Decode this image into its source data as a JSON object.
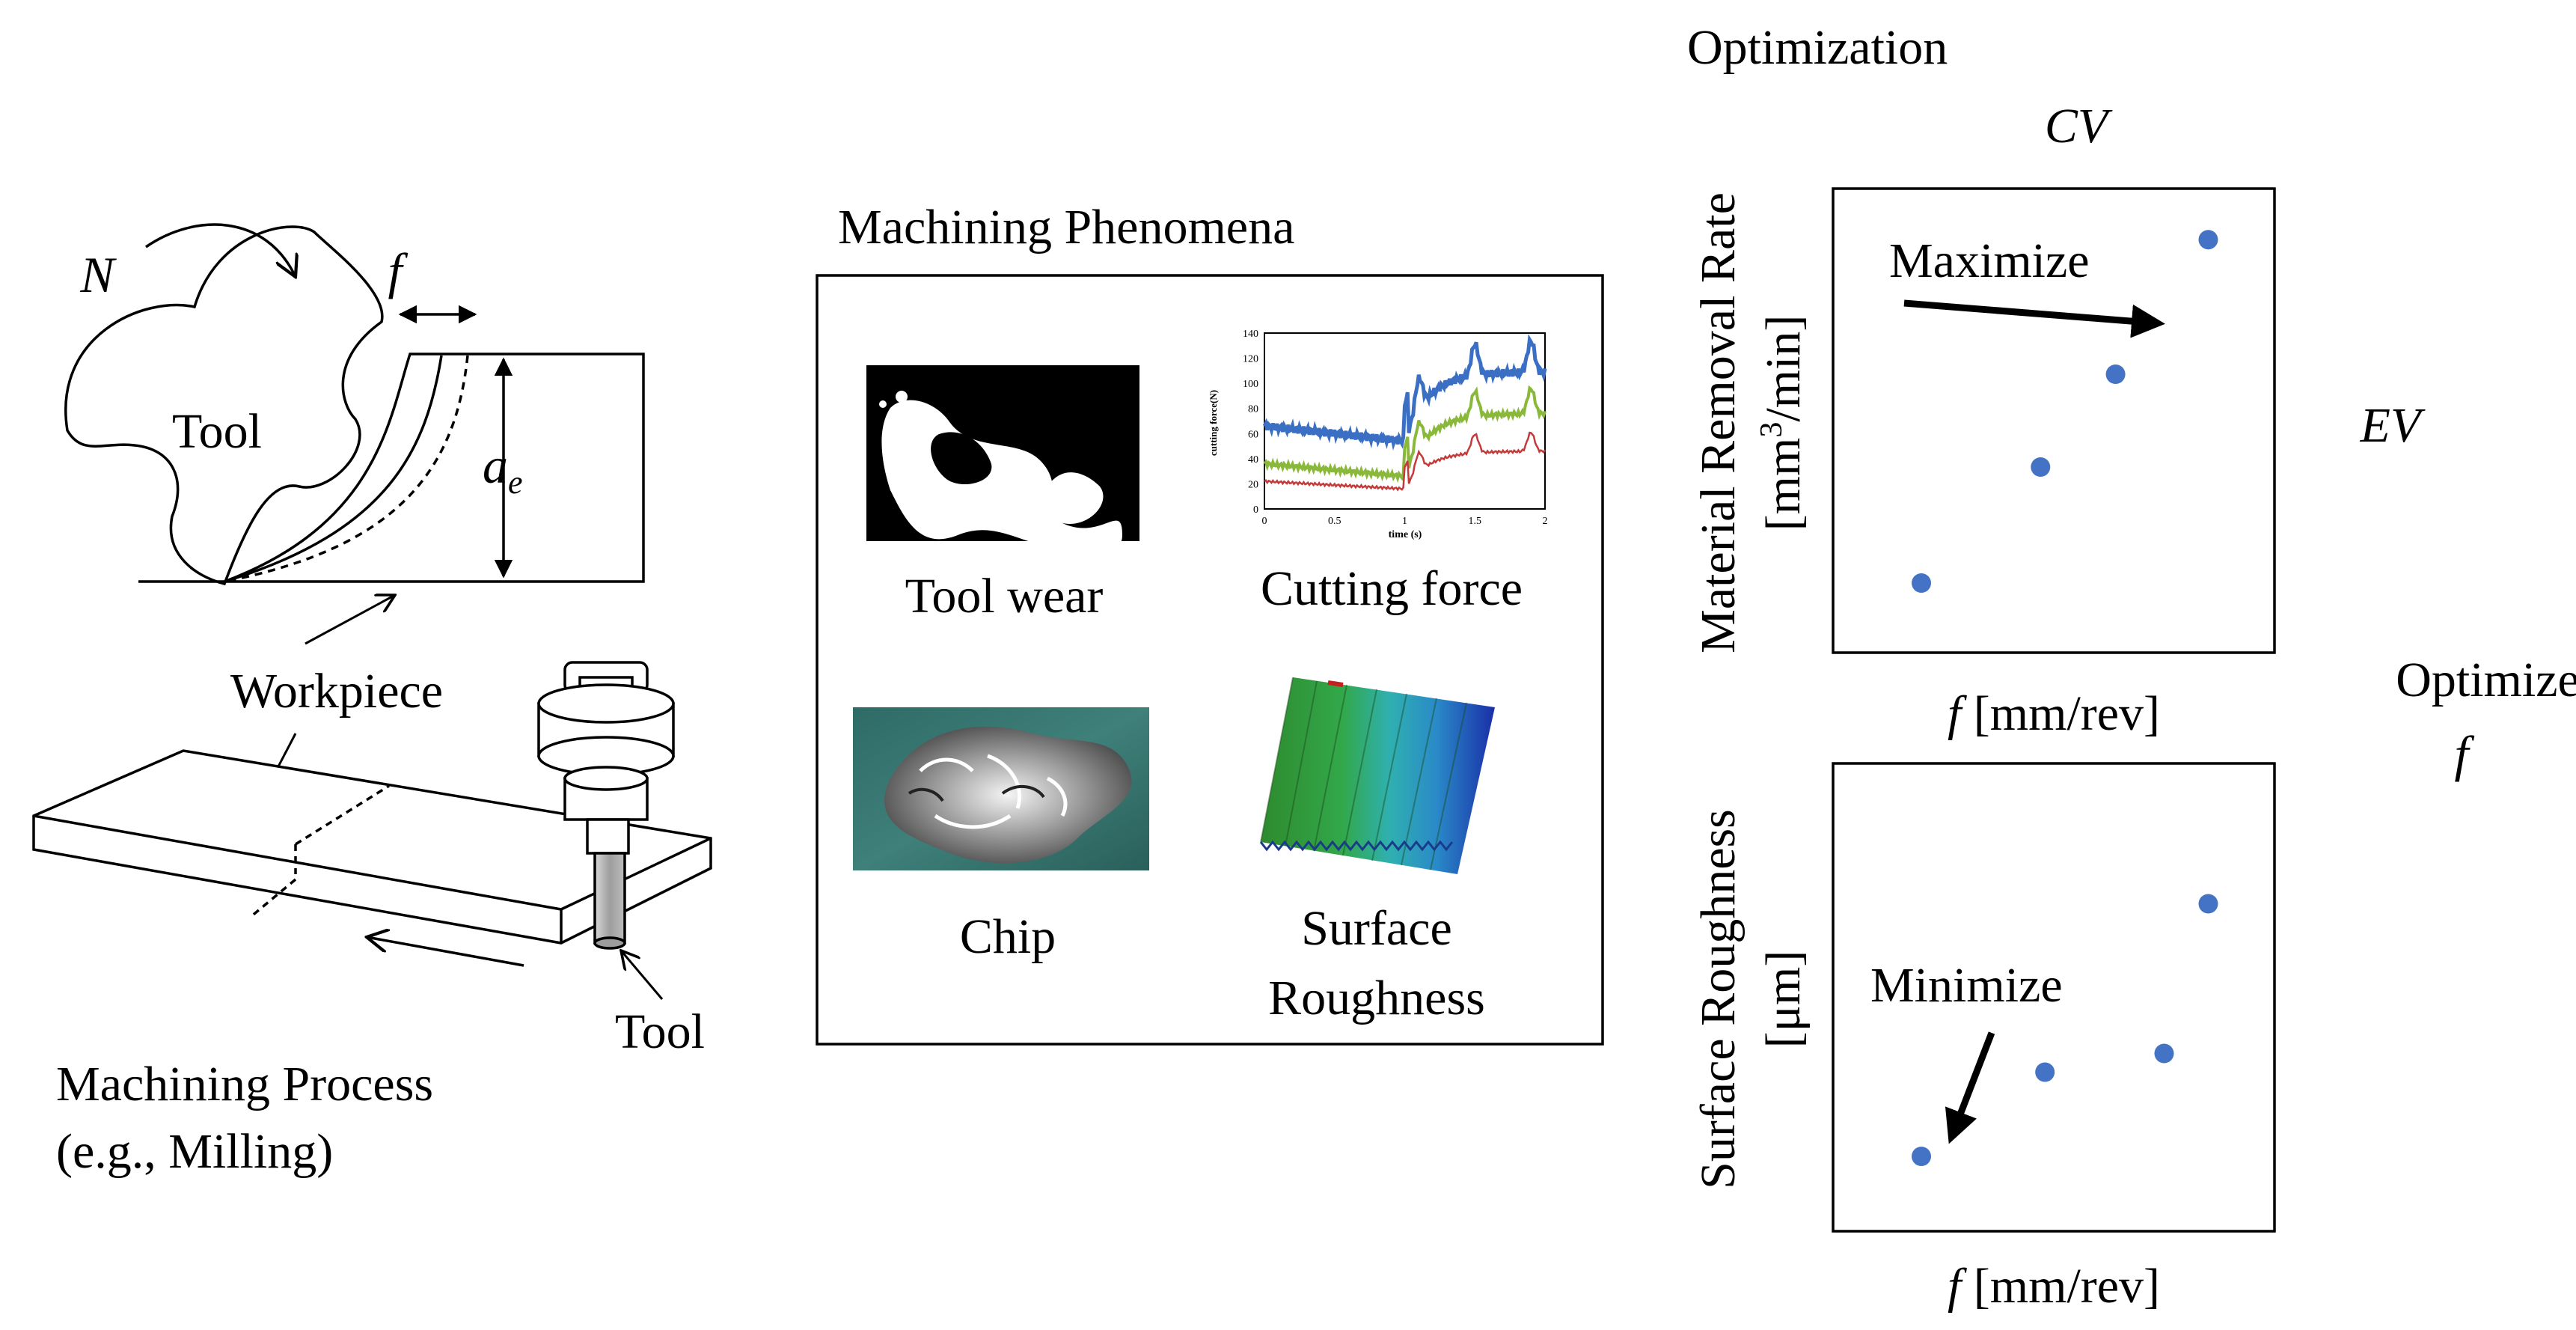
{
  "process": {
    "title_line1": "Machining Process",
    "title_line2": "(e.g., Milling)",
    "tool_label": "Tool",
    "workpiece_label": "Workpiece",
    "tool_bottom_label": "Tool",
    "spindle_symbol": "N",
    "feed_symbol": "f",
    "depth_symbol": "a",
    "depth_subscript": "e"
  },
  "phenomena": {
    "title": "Machining Phenomena",
    "items": [
      {
        "label": "Tool wear"
      },
      {
        "label": "Cutting force"
      },
      {
        "label": "Chip"
      },
      {
        "label_line1": "Surface",
        "label_line2": "Roughness"
      }
    ],
    "force_plot": {
      "ylabel": "cutting force(N)",
      "xlabel": "time (s)",
      "y_ticks": [
        "0",
        "20",
        "40",
        "60",
        "80",
        "100",
        "120",
        "140"
      ],
      "x_ticks": [
        "0",
        "0.5",
        "1",
        "1.5",
        "2"
      ],
      "colors": {
        "blue": "#3a6fc4",
        "green": "#8ab83a",
        "red": "#c43a3a"
      }
    }
  },
  "optimization": {
    "title": "Optimization",
    "cv_label": "CV",
    "ev_label": "EV",
    "optimize_label": "Optimize",
    "optimize_symbol": "f",
    "point_color": "#4472c4"
  },
  "chart_data": [
    {
      "type": "scatter",
      "ylabel_line1": "Material Removal Rate",
      "ylabel_line2_pre": "[mm",
      "ylabel_line2_sup": "3",
      "ylabel_line2_post": "/min]",
      "xlabel_symbol": "f",
      "xlabel_unit": " [mm/rev]",
      "annotation": "Maximize",
      "points": [
        {
          "x": 0.2,
          "y": 0.15
        },
        {
          "x": 0.47,
          "y": 0.4
        },
        {
          "x": 0.64,
          "y": 0.6
        },
        {
          "x": 0.85,
          "y": 0.89
        }
      ]
    },
    {
      "type": "scatter",
      "ylabel_line1": "Surface Roughness",
      "ylabel_line2": "[μm]",
      "xlabel_symbol": "f",
      "xlabel_unit": " [mm/rev]",
      "annotation": "Minimize",
      "points": [
        {
          "x": 0.2,
          "y": 0.16
        },
        {
          "x": 0.48,
          "y": 0.34
        },
        {
          "x": 0.75,
          "y": 0.38
        },
        {
          "x": 0.85,
          "y": 0.7
        }
      ]
    }
  ]
}
